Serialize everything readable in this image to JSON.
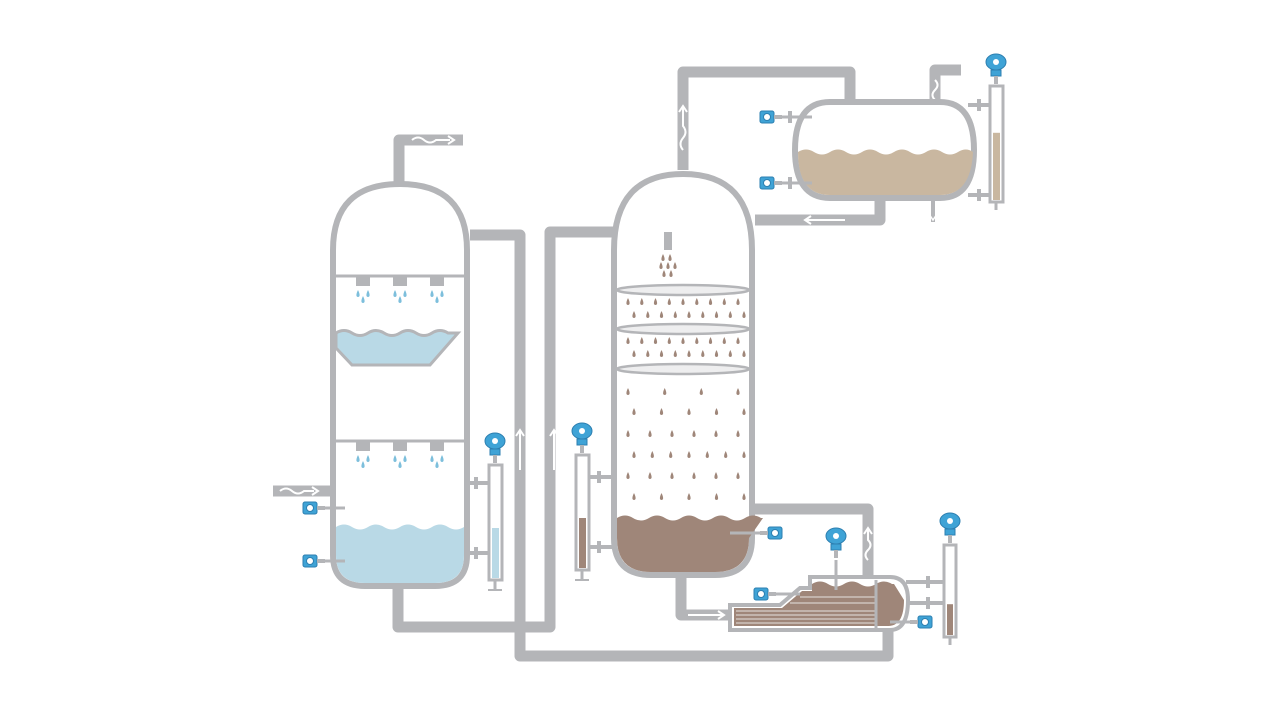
{
  "diagram": {
    "type": "process-flow",
    "colors": {
      "background": "#ffffff",
      "pipe": "#b4b5b8",
      "vessel_wall": "#b4b5b8",
      "water": "#b9d9e6",
      "sludge": "#9f8679",
      "condensate": "#c9b7a0",
      "transmitter": "#3fa3d6",
      "flow_arrow": "#ffffff"
    },
    "components": [
      {
        "id": "scrubber-column",
        "contents": "water"
      },
      {
        "id": "distillation-column",
        "contents": "sludge"
      },
      {
        "id": "reflux-drum",
        "contents": "condensate"
      },
      {
        "id": "reboiler",
        "contents": "sludge"
      }
    ],
    "level_indicators": [
      {
        "id": "scrubber-level-gauge",
        "fill_fraction": 0.45,
        "fill_color": "water"
      },
      {
        "id": "column-level-gauge",
        "fill_fraction": 0.45,
        "fill_color": "sludge"
      },
      {
        "id": "drum-level-gauge",
        "fill_fraction": 0.6,
        "fill_color": "condensate"
      },
      {
        "id": "reboiler-level-gauge",
        "fill_fraction": 0.35,
        "fill_color": "sludge"
      }
    ],
    "icons": [
      "level-transmitter-icon",
      "pressure-transmitter-icon",
      "flow-arrow-icon",
      "wavy-vapor-arrow-icon",
      "spray-nozzle-icon"
    ]
  }
}
